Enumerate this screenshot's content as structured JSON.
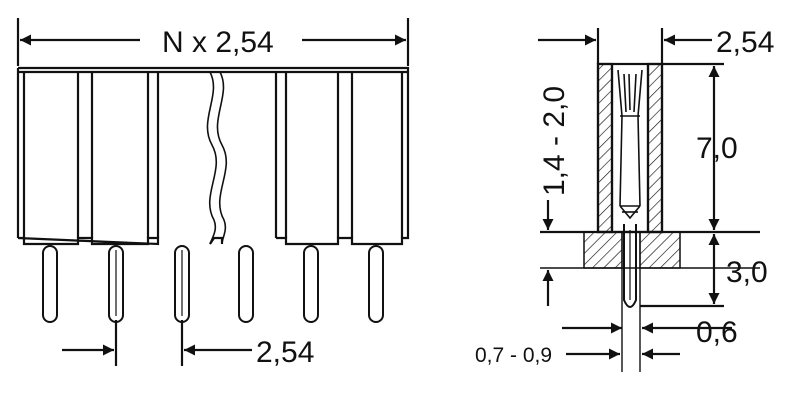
{
  "front_view": {
    "width_label": "N x 2,54",
    "pitch_label": "2,54",
    "pin_count": 6
  },
  "side_view": {
    "width_label": "2,54",
    "insertion_depth_label": "1,4 - 2,0",
    "body_height_label": "7,0",
    "pin_length_label": "3,0",
    "pin_diameter_label": "0,6",
    "hole_label": "0,7 - 0,9"
  },
  "colors": {
    "line": "#111111",
    "background": "#ffffff"
  }
}
